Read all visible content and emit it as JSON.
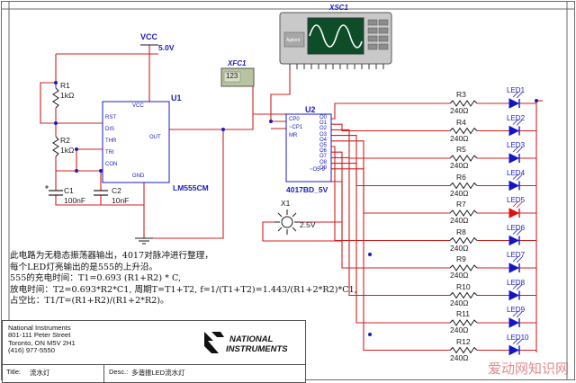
{
  "power": {
    "label": "VCC",
    "voltage": "5.0V"
  },
  "counter_probe": {
    "ref": "XFC1",
    "value": "123"
  },
  "scope": {
    "ref": "XSC1",
    "brand": "Agilent"
  },
  "timer": {
    "ref": "U1",
    "part": "LM555CM",
    "pins_left": [
      "RST",
      "DIS",
      "THR",
      "TRI",
      "CON"
    ],
    "pins_top": "VCC",
    "pins_bottom": "GND",
    "pin_out": "OUT"
  },
  "counter": {
    "ref": "U2",
    "part": "4017BD_5V",
    "pins_left": [
      "CP0",
      "~CP1",
      "MR"
    ],
    "pins_right": [
      "O0",
      "O1",
      "O2",
      "O3",
      "O4",
      "O5",
      "O6",
      "O7",
      "O8",
      "O9"
    ],
    "pin_co": "~O5-9"
  },
  "passives": {
    "r1": {
      "ref": "R1",
      "value": "1kΩ"
    },
    "r2": {
      "ref": "R2",
      "value": "1kΩ"
    },
    "c1": {
      "ref": "C1",
      "value": "100nF"
    },
    "c2": {
      "ref": "C2",
      "value": "10nF"
    }
  },
  "lamp": {
    "ref": "X1",
    "value": "2.5V"
  },
  "resistors": [
    {
      "ref": "R3",
      "value": "240Ω"
    },
    {
      "ref": "R4",
      "value": "240Ω"
    },
    {
      "ref": "R5",
      "value": "240Ω"
    },
    {
      "ref": "R6",
      "value": "240Ω"
    },
    {
      "ref": "R7",
      "value": "240Ω"
    },
    {
      "ref": "R8",
      "value": "240Ω"
    },
    {
      "ref": "R9",
      "value": "240Ω"
    },
    {
      "ref": "R10",
      "value": "240Ω"
    },
    {
      "ref": "R11",
      "value": "240Ω"
    },
    {
      "ref": "R12",
      "value": "240Ω"
    }
  ],
  "leds": [
    {
      "ref": "LED1",
      "lit": false
    },
    {
      "ref": "LED2",
      "lit": false
    },
    {
      "ref": "LED3",
      "lit": false
    },
    {
      "ref": "LED4",
      "lit": false
    },
    {
      "ref": "LED5",
      "lit": true
    },
    {
      "ref": "LED6",
      "lit": false
    },
    {
      "ref": "LED7",
      "lit": false
    },
    {
      "ref": "LED8",
      "lit": false
    },
    {
      "ref": "LED9",
      "lit": false
    },
    {
      "ref": "LED10",
      "lit": false
    }
  ],
  "note": {
    "lines": [
      "此电路为无稳态振荡器输出，4017对脉冲进行整理，",
      "每个LED灯亮输出的是555的上升沿。",
      "555的充电时间：T1=0.693 (R1+R2) * C,",
      "放电时间：T2=0.693*R2*C1, 周期T=T1+T2, f=1/(T1+T2)=1.443/(R1+2*R2)*C1,",
      "占空比：T1/T=(R1+R2)/(R1+2*R2)。"
    ]
  },
  "title_block": {
    "company": [
      "National Instruments",
      "801-111 Peter Street",
      "Toronto, ON M5V 2H1",
      "(416) 977-5550"
    ],
    "logo_line1": "NATIONAL",
    "logo_line2": "INSTRUMENTS",
    "title_label": "Title:",
    "title_value": "流水灯",
    "desc_label": "Desc.:",
    "desc_value": "多谐振LED流水灯"
  },
  "watermark": "爱动网知识网",
  "colors": {
    "wire": "#d11f1f",
    "component": "#1b1bbf",
    "border": "#6b6b6b",
    "led": "#1515c8",
    "led_lit": "#e01010",
    "scope_screen": "#0d4e28",
    "scope_body": "#c9c9c9",
    "counter_display": "#b8c39f"
  }
}
